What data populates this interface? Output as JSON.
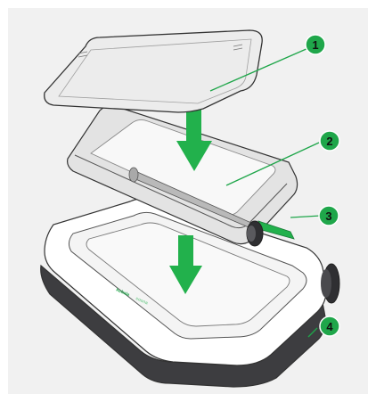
{
  "colors": {
    "background": "#f1f1f1",
    "accent_green": "#1fa64a",
    "callout_green": "#1fa64a",
    "arrow_green": "#22b14c",
    "base_dark": "#3d3d40",
    "outline": "#333333"
  },
  "diagram": {
    "callouts": [
      {
        "label": "1",
        "part": "lid"
      },
      {
        "label": "2",
        "part": "inner-tray"
      },
      {
        "label": "3",
        "part": "side-knob"
      },
      {
        "label": "4",
        "part": "base"
      }
    ],
    "arrows": [
      "arrow-down-into-tray",
      "arrow-down-into-base"
    ],
    "brand": {
      "text_main": "kubala",
      "text_sub": "sosna"
    }
  }
}
